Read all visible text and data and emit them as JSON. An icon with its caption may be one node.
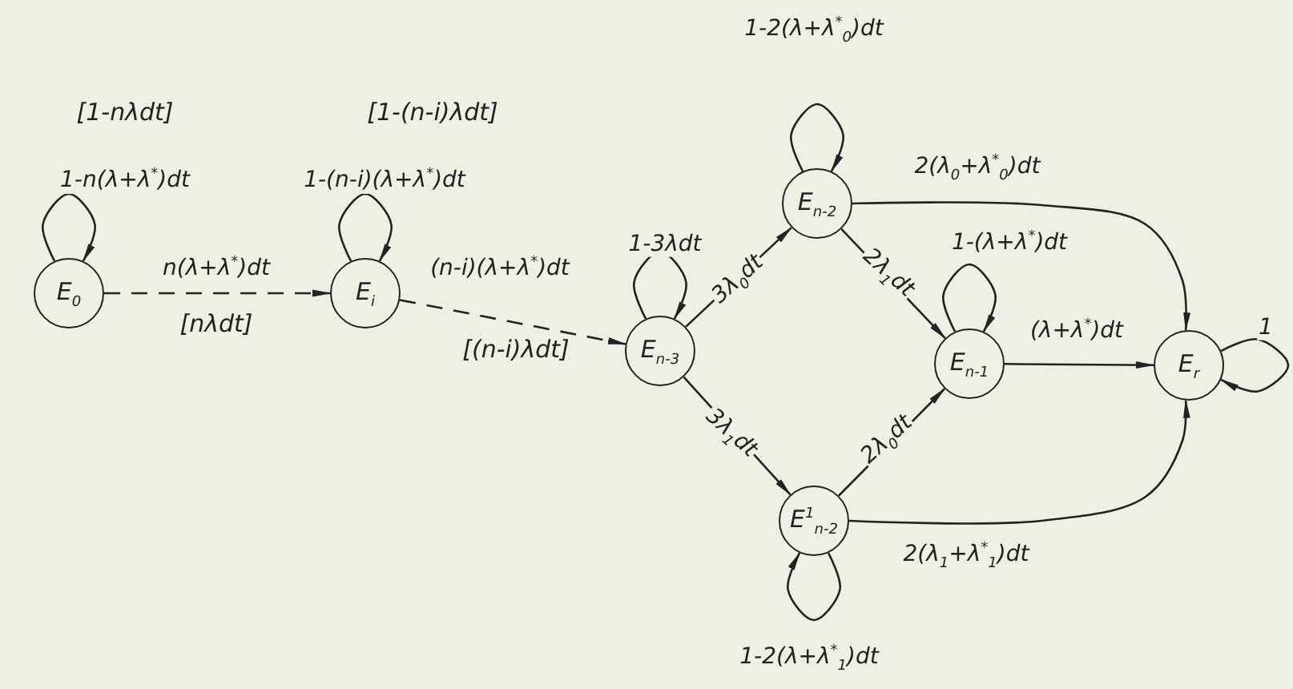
{
  "diagram": {
    "nodes": [
      {
        "text": [
          "E$_{0}$"
        ]
      },
      {
        "text": [
          "E$_{i}$"
        ]
      },
      {
        "text": [
          "E$_{n-3}$"
        ]
      },
      {
        "text": [
          "E$_{n-2}$"
        ]
      },
      {
        "text": [
          "E$_{n-1}$"
        ]
      },
      {
        "text": [
          "E$^{1}$$_{n-2}$"
        ]
      },
      {
        "text": [
          "E$_{r}$"
        ]
      }
    ],
    "edges": [
      {
        "from": 0,
        "to": 0,
        "arrow": "to",
        "label": "1-n(λ+λ$^{*}$)dt"
      },
      {
        "from": 0,
        "to": 1,
        "arrow": "to",
        "style": "dashed",
        "label": "n(λ+λ$^{*}$)dt"
      },
      {
        "from": 1,
        "to": 1,
        "arrow": "to",
        "label": "1-(n-i)(λ+λ$^{*}$)dt"
      },
      {
        "from": 1,
        "to": 2,
        "arrow": "to",
        "style": "dashed",
        "label": "(n-i)(λ+λ$^{*}$)dt"
      },
      {
        "from": 2,
        "to": 2,
        "arrow": "to",
        "label": "1-3λdt"
      },
      {
        "from": 2,
        "to": 3,
        "arrow": "to",
        "label": "3λ$_{0}$dt"
      },
      {
        "from": 2,
        "to": 5,
        "arrow": "to",
        "label": "3λ$_{1}$dt"
      },
      {
        "from": 3,
        "to": 3,
        "arrow": "to",
        "label": "1-2(λ+λ$^{*}$$_{0}$)dt"
      },
      {
        "from": 3,
        "to": 4,
        "arrow": "to",
        "label": "2λ$_{1}$dt"
      },
      {
        "from": 3,
        "to": 6,
        "arrow": "to",
        "label": "2(λ$_{0}$+λ$^{*}$$_{0}$)dt"
      },
      {
        "from": 4,
        "to": 4,
        "arrow": "to",
        "label": "1-(λ+λ$^{*}$)dt"
      },
      {
        "from": 4,
        "to": 6,
        "arrow": "to",
        "label": "(λ+λ$^{*}$)dt"
      },
      {
        "from": 5,
        "to": 4,
        "arrow": "to",
        "label": "2λ$_{0}$dt"
      },
      {
        "from": 5,
        "to": 5,
        "arrow": "to",
        "label": "1-2(λ+λ$^{*}$$_{1}$)dt"
      },
      {
        "from": 5,
        "to": 6,
        "arrow": "to",
        "label": "2(λ$_{1}$+λ$^{*}$$_{1}$)dt"
      },
      {
        "from": 6,
        "to": 6,
        "arrow": "to",
        "label": "1"
      }
    ],
    "labels": [
      "[1-nλdt]",
      "[1-(n-i)λdt]",
      "[nλdt]",
      "[(n-i)λdt]"
    ]
  }
}
